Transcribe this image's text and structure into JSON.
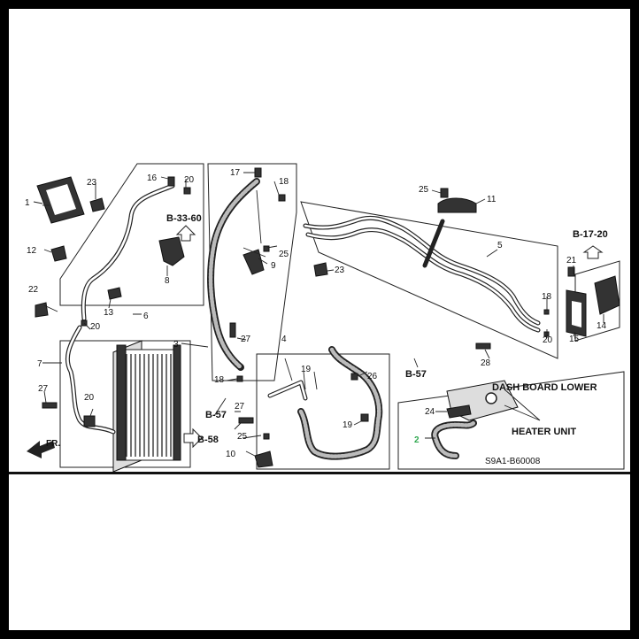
{
  "diagram": {
    "callouts": [
      "1",
      "2",
      "3",
      "4",
      "5",
      "6",
      "7",
      "8",
      "9",
      "10",
      "11",
      "12",
      "13",
      "14",
      "15",
      "16",
      "17",
      "18",
      "19",
      "20",
      "21",
      "22",
      "23",
      "24",
      "25",
      "26",
      "27",
      "28"
    ],
    "refs": {
      "b3360": "B-33-60",
      "b1720": "B-17-20",
      "b57": "B-57",
      "b58": "B-58"
    },
    "labels": {
      "dash_board_lower": "DASH BOARD LOWER",
      "heater_unit": "HEATER UNIT",
      "direction": "FR.",
      "part_code": "S9A1-B60008"
    },
    "highlight_color": "#2fa84f"
  }
}
